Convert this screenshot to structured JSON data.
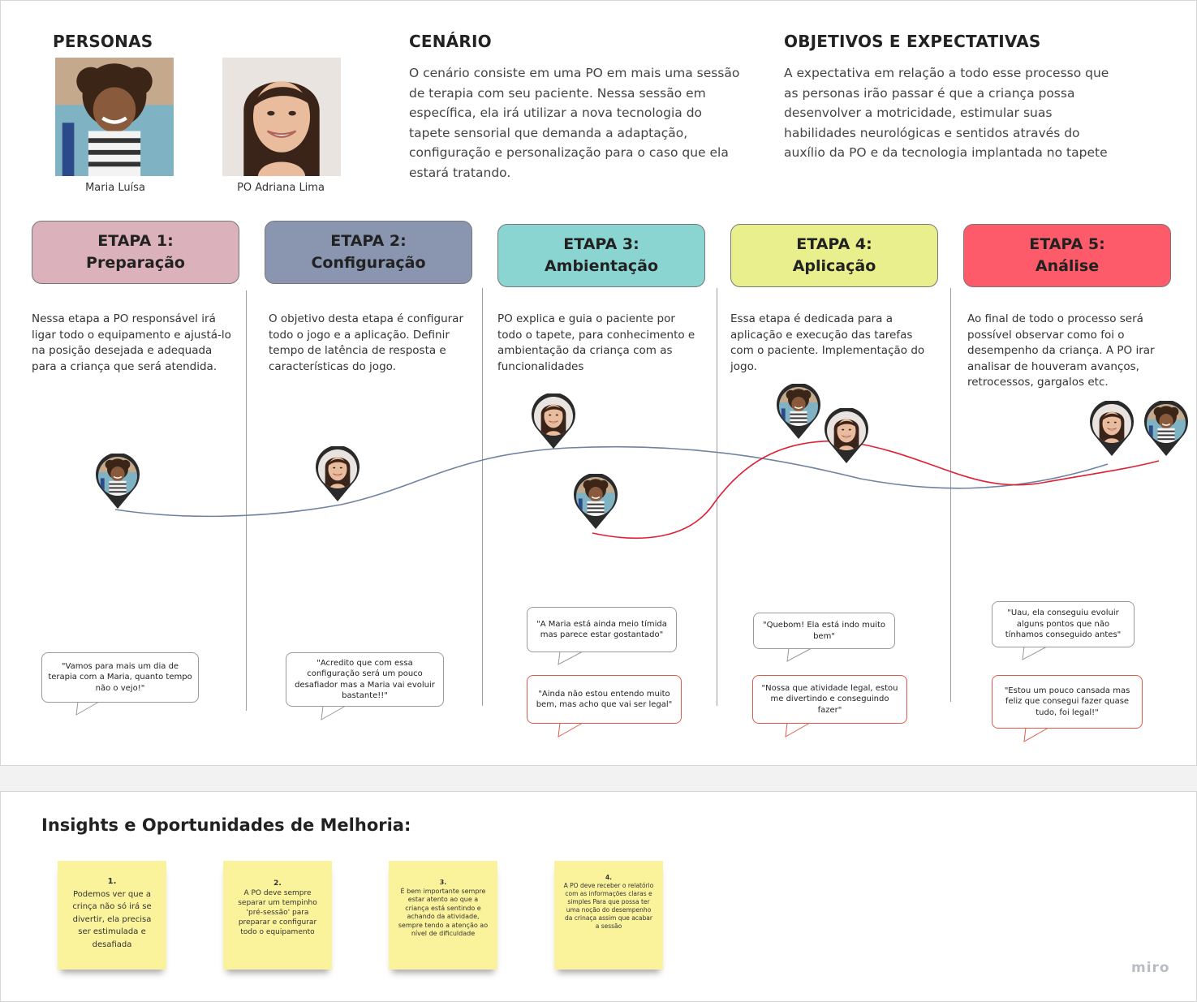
{
  "personas": {
    "title": "PERSONAS",
    "persona_1": "Maria Luísa",
    "persona_2": "PO Adriana Lima"
  },
  "scenario": {
    "title": "CENÁRIO",
    "text": "O cenário consiste em uma PO em mais uma sessão de terapia com seu paciente. Nessa sessão em específica, ela irá utilizar a nova tecnologia do tapete sensorial que demanda a adaptação, configuração e personalização para o caso que ela estará tratando."
  },
  "goals": {
    "title": "OBJETIVOS E EXPECTATIVAS",
    "text": "A expectativa em relação a todo esse processo que  as personas irão passar é que a criança possa desenvolver a motricidade, estimular suas habilidades neurológicas e sentidos através do auxílio da PO e da tecnologia implantada no tapete"
  },
  "colors": {
    "stage_1": "#dbb1bb",
    "stage_2": "#8a96b0",
    "stage_3": "#8ad5d1",
    "stage_4": "#e8ef8c",
    "stage_5": "#fd5b69",
    "line_po": "#6f82a0",
    "line_child": "#e01f35",
    "sticky": "#fbf39b"
  },
  "stages": [
    {
      "title": "ETAPA 1:",
      "name": "Preparação",
      "desc": "Nessa etapa a PO responsável irá ligar todo o equipamento e ajustá-lo na posição desejada e adequada para a criança que será atendida."
    },
    {
      "title": "ETAPA 2:",
      "name": "Configuração",
      "desc": "O objetivo desta etapa é configurar todo o jogo e a aplicação. Definir tempo de latência de resposta e características do jogo."
    },
    {
      "title": "ETAPA 3:",
      "name": "Ambientação",
      "desc": "PO explica e guia o paciente por todo o tapete, para conhecimento e ambientação da criança com as funcionalidades"
    },
    {
      "title": "ETAPA 4:",
      "name": "Aplicação",
      "desc": "Essa etapa é dedicada para a aplicação e execução das tarefas com o paciente. Implementação do jogo."
    },
    {
      "title": "ETAPA 5:",
      "name": "Análise",
      "desc": "Ao final de todo o processo será possível observar como foi o desempenho da criança. A PO irar analisar de houveram avanços, retrocessos, gargalos etc."
    }
  ],
  "quotes": {
    "s1_po": "\"Vamos para mais um dia de terapia com a Maria, quanto tempo não o vejo!\"",
    "s2_po": "\"Acredito que com essa configuração será um pouco desafiador mas a Maria vai evoluir bastante!!\"",
    "s3_po": "\"A Maria está ainda meio tímida mas parece estar gostantado\"",
    "s3_child": "\"Ainda não estou entendo muito bem, mas acho que vai ser legal\"",
    "s4_po": "\"Quebom! Ela está indo muito bem\"",
    "s4_child": "\"Nossa que atividade legal, estou me divertindo e conseguindo fazer\"",
    "s5_po": "\"Uau, ela conseguiu evoluir alguns pontos que não tínhamos conseguido antes\"",
    "s5_child": "\"Estou um pouco cansada mas feliz que consegui fazer quase tudo, foi legal!\""
  },
  "insights": {
    "title": "Insights e Oportunidades de Melhoria:",
    "notes": [
      {
        "num": "1.",
        "text": "Podemos ver que a crinça não só irá se divertir, ela precisa ser estimulada e desafiada"
      },
      {
        "num": "2.",
        "text": "A PO deve sempre separar um tempinho 'pré-sessão' para preparar e configurar todo o equipamento"
      },
      {
        "num": "3.",
        "text": "É bem importante sempre estar atento ao que a criança está sentindo e achando da atividade, sempre tendo a atenção ao nível de dificuldade"
      },
      {
        "num": "4.",
        "text": "A PO deve receber o relatório com as informações claras e simples Para que possa ter uma noção do desempenho da crinaça assim que acabar a sessão"
      }
    ]
  },
  "brand": "miro"
}
